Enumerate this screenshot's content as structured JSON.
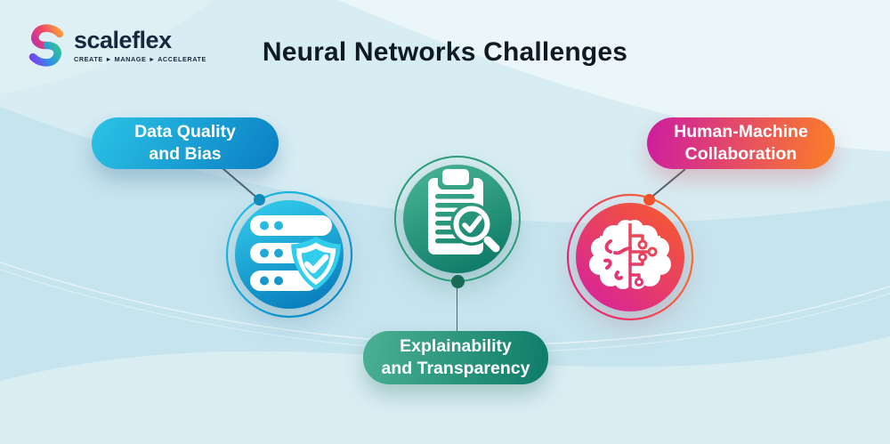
{
  "logo": {
    "brand": "scaleflex",
    "tagline": "CREATE ► MANAGE ► ACCELERATE"
  },
  "header": {
    "title": "Neural Networks Challenges"
  },
  "challenges": [
    {
      "id": "data-quality-and-bias",
      "label_line1": "Data Quality",
      "label_line2": "and Bias",
      "icon": "database-shield-icon",
      "pill_gradient": [
        "#2BC4E5",
        "#0A7EC4"
      ],
      "circle_gradient": [
        "#33CDEC",
        "#0677B9"
      ],
      "connector_dot_color": "#0F8CBC"
    },
    {
      "id": "explainability-and-transparency",
      "label_line1": "Explainability",
      "label_line2": "and Transparency",
      "icon": "clipboard-check-magnifier-icon",
      "pill_gradient": [
        "#4CB093",
        "#0D7C68"
      ],
      "circle_gradient": [
        "#49B494",
        "#087663"
      ],
      "connector_dot_color": "#1A6B55"
    },
    {
      "id": "human-machine-collaboration",
      "label_line1": "Human-Machine",
      "label_line2": "Collaboration",
      "icon": "brain-circuit-icon",
      "pill_gradient": [
        "#CE1DA0",
        "#FB7E27"
      ],
      "circle_gradient": [
        "#D6219E",
        "#F75B2D"
      ],
      "connector_dot_color": "#F2512E"
    }
  ],
  "background": {
    "base_color": "#D7ECF3",
    "connector_line_color": "#55666E"
  }
}
